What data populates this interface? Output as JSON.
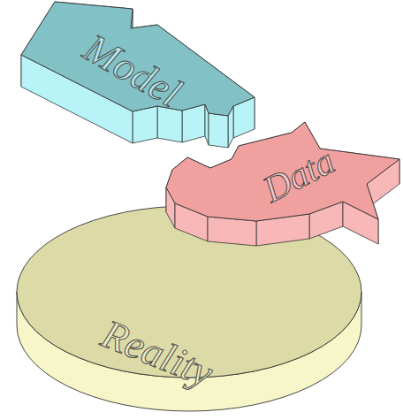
{
  "diagram": {
    "nodes": [
      {
        "text": [
          "Model"
        ]
      },
      {
        "text": [
          "Data"
        ]
      },
      {
        "text": [
          "Reality"
        ]
      }
    ]
  }
}
